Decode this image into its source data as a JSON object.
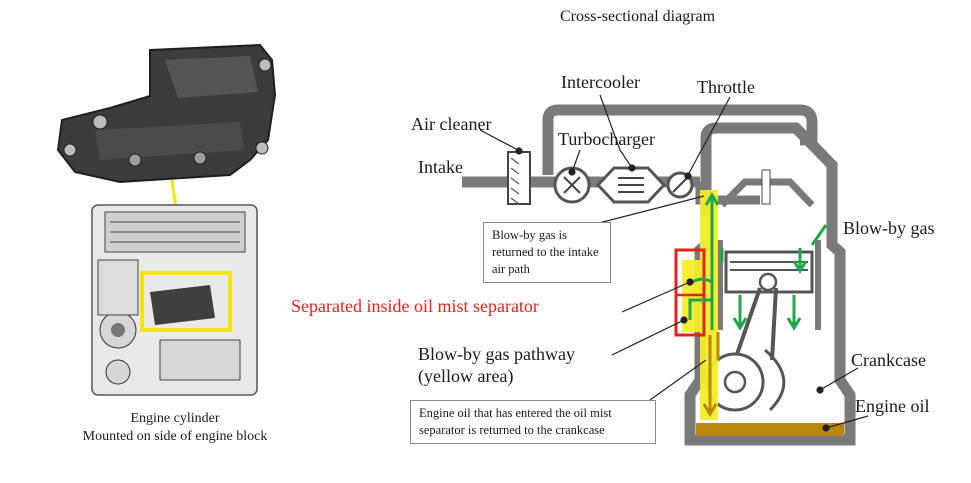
{
  "title": "Cross-sectional diagram",
  "labels": {
    "air_cleaner": "Air cleaner",
    "intercooler": "Intercooler",
    "throttle": "Throttle",
    "turbocharger": "Turbocharger",
    "intake": "Intake",
    "blowby_gas": "Blow-by gas",
    "separated": "Separated inside oil mist separator",
    "pathway_line1": "Blow-by gas pathway",
    "pathway_line2": "(yellow area)",
    "crankcase": "Crankcase",
    "engine_oil": "Engine oil"
  },
  "callouts": {
    "returned_intake": "Blow-by gas is returned to the intake air path",
    "oil_returned": "Engine oil that has entered the oil mist separator is returned to the crankcase"
  },
  "captions": {
    "line1": "Engine cylinder",
    "line2": "Mounted on side of engine block"
  },
  "colors": {
    "separator_red": "#e0231c",
    "pathway_yellow": "#f5ec2a",
    "blowby_green": "#1ea84a",
    "oil_brown": "#b8860b",
    "duct_gray": "#7a7a7a"
  }
}
